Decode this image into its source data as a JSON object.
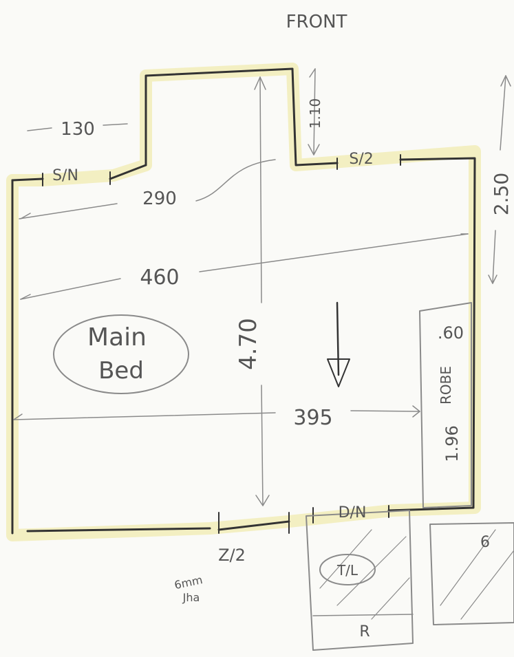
{
  "diagram": {
    "heading": "FRONT",
    "room_name": [
      "Main",
      "Bed"
    ],
    "dimensions": {
      "top_left_width": "130",
      "upper_width": "290",
      "overall_width": "460",
      "lower_width": "395",
      "overall_depth": "4.70",
      "front_step": "1.10",
      "right_side": "2.50",
      "robe_depth": ".60",
      "robe_length": "1.96"
    },
    "labels": {
      "window_left": "S/N",
      "window_right": "S/2",
      "robe": "ROBE",
      "door": "D/N",
      "bottom_code": "Z/2",
      "toilet": "T/L",
      "annex": "R",
      "shower_mark": "6",
      "note_line1": "6mm",
      "note_line2": "Jha"
    }
  }
}
